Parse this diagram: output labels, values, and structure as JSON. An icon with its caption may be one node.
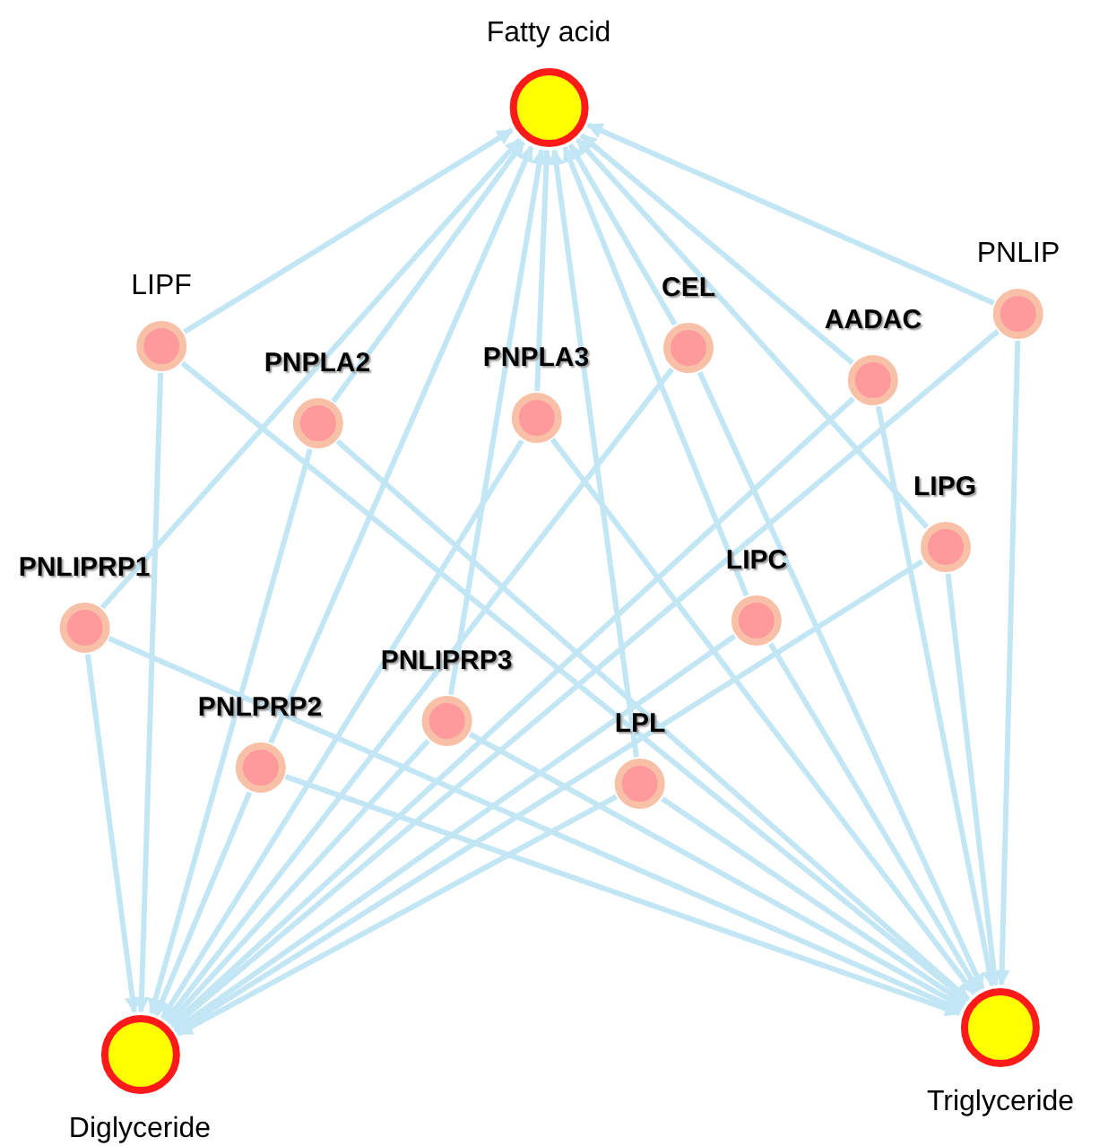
{
  "diagram": {
    "nodes": [
      {
        "text": [
          "Fatty acid"
        ]
      },
      {
        "text": [
          "LIPF"
        ]
      },
      {
        "text": [
          "PNPLA2"
        ]
      },
      {
        "text": [
          "PNPLA3"
        ]
      },
      {
        "text": [
          "CEL"
        ]
      },
      {
        "text": [
          "AADAC"
        ]
      },
      {
        "text": [
          "PNLIP"
        ]
      },
      {
        "text": [
          "PNLIPRP1"
        ]
      },
      {
        "text": [
          "LIPG"
        ]
      },
      {
        "text": [
          "LIPC"
        ]
      },
      {
        "text": [
          "PNLIPRP3"
        ]
      },
      {
        "text": [
          "PNLPRP2"
        ]
      },
      {
        "text": [
          "LPL"
        ]
      },
      {
        "text": [
          "Diglyceride"
        ]
      },
      {
        "text": [
          "Triglyceride"
        ]
      }
    ],
    "edges": [
      {
        "from": 1,
        "to": 0,
        "arrow": "to"
      },
      {
        "from": 1,
        "to": 13,
        "arrow": "to"
      },
      {
        "from": 1,
        "to": 14,
        "arrow": "to"
      },
      {
        "from": 2,
        "to": 0,
        "arrow": "to"
      },
      {
        "from": 2,
        "to": 13,
        "arrow": "to"
      },
      {
        "from": 2,
        "to": 14,
        "arrow": "to"
      },
      {
        "from": 3,
        "to": 0,
        "arrow": "to"
      },
      {
        "from": 3,
        "to": 13,
        "arrow": "to"
      },
      {
        "from": 3,
        "to": 14,
        "arrow": "to"
      },
      {
        "from": 4,
        "to": 0,
        "arrow": "to"
      },
      {
        "from": 4,
        "to": 13,
        "arrow": "to"
      },
      {
        "from": 4,
        "to": 14,
        "arrow": "to"
      },
      {
        "from": 5,
        "to": 0,
        "arrow": "to"
      },
      {
        "from": 5,
        "to": 13,
        "arrow": "to"
      },
      {
        "from": 5,
        "to": 14,
        "arrow": "to"
      },
      {
        "from": 6,
        "to": 0,
        "arrow": "to"
      },
      {
        "from": 6,
        "to": 13,
        "arrow": "to"
      },
      {
        "from": 6,
        "to": 14,
        "arrow": "to"
      },
      {
        "from": 7,
        "to": 0,
        "arrow": "to"
      },
      {
        "from": 7,
        "to": 13,
        "arrow": "to"
      },
      {
        "from": 7,
        "to": 14,
        "arrow": "to"
      },
      {
        "from": 8,
        "to": 0,
        "arrow": "to"
      },
      {
        "from": 8,
        "to": 13,
        "arrow": "to"
      },
      {
        "from": 8,
        "to": 14,
        "arrow": "to"
      },
      {
        "from": 9,
        "to": 0,
        "arrow": "to"
      },
      {
        "from": 9,
        "to": 13,
        "arrow": "to"
      },
      {
        "from": 9,
        "to": 14,
        "arrow": "to"
      },
      {
        "from": 10,
        "to": 0,
        "arrow": "to"
      },
      {
        "from": 10,
        "to": 13,
        "arrow": "to"
      },
      {
        "from": 10,
        "to": 14,
        "arrow": "to"
      },
      {
        "from": 11,
        "to": 0,
        "arrow": "to"
      },
      {
        "from": 11,
        "to": 13,
        "arrow": "to"
      },
      {
        "from": 11,
        "to": 14,
        "arrow": "to"
      },
      {
        "from": 12,
        "to": 0,
        "arrow": "to"
      },
      {
        "from": 12,
        "to": 13,
        "arrow": "to"
      },
      {
        "from": 12,
        "to": 14,
        "arrow": "to"
      }
    ]
  }
}
